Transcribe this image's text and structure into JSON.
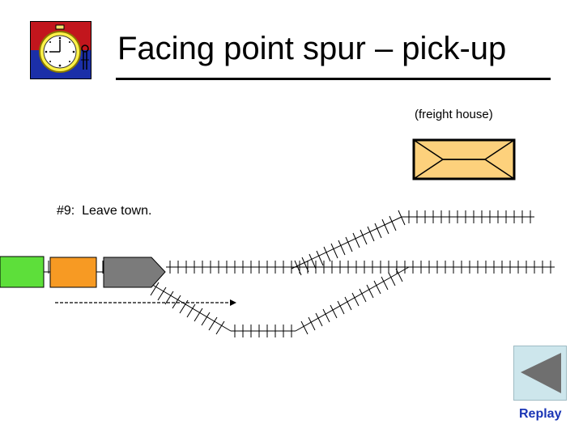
{
  "slide": {
    "title": "Facing point spur – pick-up",
    "step_text": "#9:  Leave town.",
    "freight_house_label": "(freight house)"
  },
  "replay": {
    "label": "Replay",
    "icon": "triangle-left-icon"
  },
  "logo": {
    "icon": "stopwatch-icon",
    "colors": {
      "top": "#c2161d",
      "bottom": "#1b2fa8",
      "watch": "#fff34a"
    }
  },
  "cars": [
    {
      "name": "green-car",
      "color": "#5ddf3a"
    },
    {
      "name": "orange-car",
      "color": "#f79a23"
    },
    {
      "name": "locomotive",
      "color": "#7b7b7b"
    }
  ],
  "freight_house": {
    "color": "#fdd17c",
    "border": "#000000"
  },
  "motion": {
    "direction": "right",
    "style": "dashed-arrow"
  }
}
